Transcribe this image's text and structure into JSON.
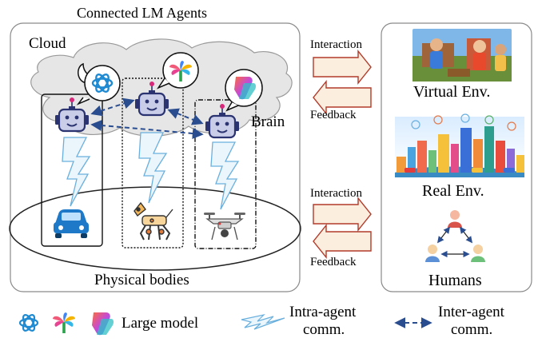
{
  "title": "Connected LM Agents",
  "cloud_label": "Cloud",
  "brain_label": "Brain",
  "physical_label": "Physical bodies",
  "environments": {
    "virtual": "Virtual Env.",
    "real": "Real Env.",
    "humans": "Humans"
  },
  "arrows": {
    "interaction_top": "Interaction",
    "feedback_top": "Feedback",
    "interaction_bottom": "Interaction",
    "feedback_bottom": "Feedback"
  },
  "legend": {
    "large_model": "Large model",
    "intra_line1": "Intra-agent",
    "intra_line2": "comm.",
    "inter_line1": "Inter-agent",
    "inter_line2": "comm."
  },
  "colors": {
    "cloud_fill": "#e8e8e8",
    "robot_fill": "#c9cde8",
    "robot_stroke": "#2b3370",
    "comm_arrow": "#2a4d8f",
    "block_arrow_fill": "#fbeede",
    "block_arrow_stroke": "#b23a2a",
    "bolt_stroke": "#6bb0dd",
    "car": "#1e79c8",
    "drone": "#555555"
  },
  "icons": [
    "chatgpt-icon",
    "palm-tree-icon",
    "copilot-icon",
    "robot-head-icon",
    "car-icon",
    "robot-dog-icon",
    "drone-icon",
    "person-icon",
    "city-icon",
    "vr-scene-icon"
  ]
}
